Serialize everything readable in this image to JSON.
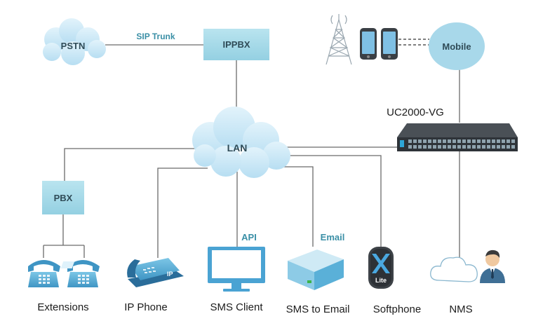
{
  "nodes": {
    "pstn": "PSTN",
    "ippbx": "IPPBX",
    "mobile": "Mobile",
    "gateway": "UC2000-VG",
    "lan": "LAN",
    "pbx": "PBX"
  },
  "links": {
    "sip_trunk": "SIP Trunk",
    "api": "API",
    "email": "Email"
  },
  "devices": {
    "extensions": "Extensions",
    "ip_phone": "IP Phone",
    "sms_client": "SMS Client",
    "sms_to_email": "SMS to Email",
    "softphone": "Softphone",
    "nms": "NMS",
    "ip_phone_badge": "IP",
    "softphone_badge": "Lite"
  },
  "colors": {
    "cloud": "#cfe9f7",
    "box": "#a8dce9",
    "mobile_circle": "#a8d8ea",
    "line": "#6b6b6b",
    "label_teal": "#3a8fa6",
    "device_blue": "#5ab0d8",
    "gateway": "#2e3338"
  },
  "icons": [
    "cloud-icon",
    "tower-icon",
    "smartphone-icon",
    "telephone-icon",
    "ip-phone-icon",
    "monitor-icon",
    "email-server-icon",
    "softphone-app-icon",
    "administrator-icon",
    "gateway-device-icon"
  ]
}
